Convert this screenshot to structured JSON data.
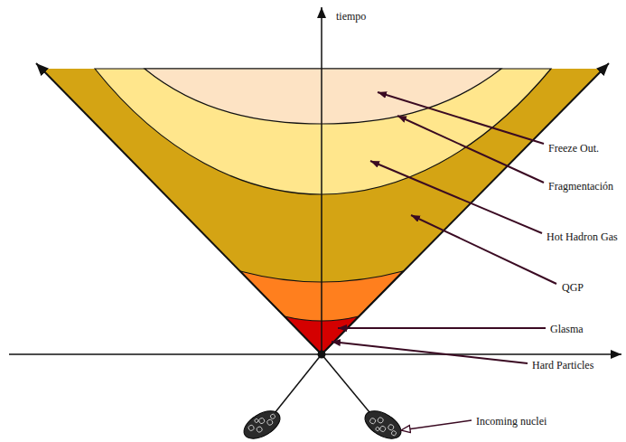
{
  "diagram": {
    "labels": [
      "tiempo",
      "Freeze Out.",
      "Fragmentación",
      "Hot Hadron Gas",
      "QGP",
      "Glasma",
      "Hard Particles",
      "Incoming nuclei"
    ]
  }
}
